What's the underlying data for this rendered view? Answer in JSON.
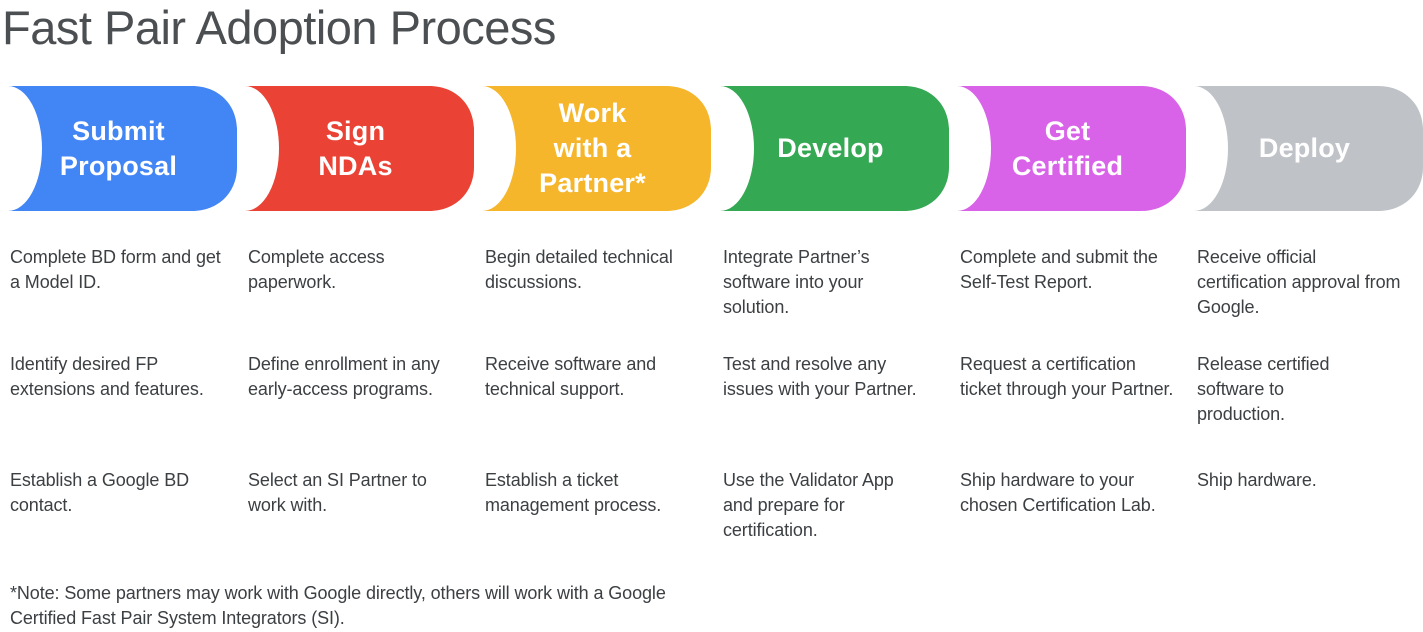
{
  "title": "Fast Pair Adoption Process",
  "footnote": "*Note: Some partners may work with Google directly, others will work with a Google Certified Fast Pair System Integrators (SI).",
  "colors": {
    "text": "#3c4043",
    "title": "#4c4f52",
    "label": "#ffffff"
  },
  "stages": [
    {
      "label": "Submit\nProposal",
      "color": "#4285F4",
      "steps": [
        "Complete BD form and get a Model ID.",
        "Identify desired FP extensions and features.",
        "Establish a Google BD contact."
      ]
    },
    {
      "label": "Sign\nNDAs",
      "color": "#EA4335",
      "steps": [
        "Complete access paperwork.",
        "Define enrollment in any early-access programs.",
        "Select an SI Partner to work with."
      ]
    },
    {
      "label": "Work\nwith a\nPartner*",
      "color": "#F5B62B",
      "steps": [
        "Begin detailed technical discussions.",
        "Receive software and technical support.",
        "Establish a ticket management process."
      ]
    },
    {
      "label": "Develop",
      "color": "#34A853",
      "steps": [
        "Integrate Partner’s software into your solution.",
        "Test and resolve any issues with your Partner.",
        "Use the Validator App and prepare for certification."
      ]
    },
    {
      "label": "Get\nCertified",
      "color": "#D963E8",
      "steps": [
        "Complete and submit the Self-Test Report.",
        "Request a certification ticket through your Partner.",
        "Ship hardware to your chosen Certification Lab."
      ]
    },
    {
      "label": "Deploy",
      "color": "#BFC3C8",
      "steps": [
        "Receive official certification approval from Google.",
        "Release certified software to production.",
        "Ship hardware."
      ]
    }
  ]
}
